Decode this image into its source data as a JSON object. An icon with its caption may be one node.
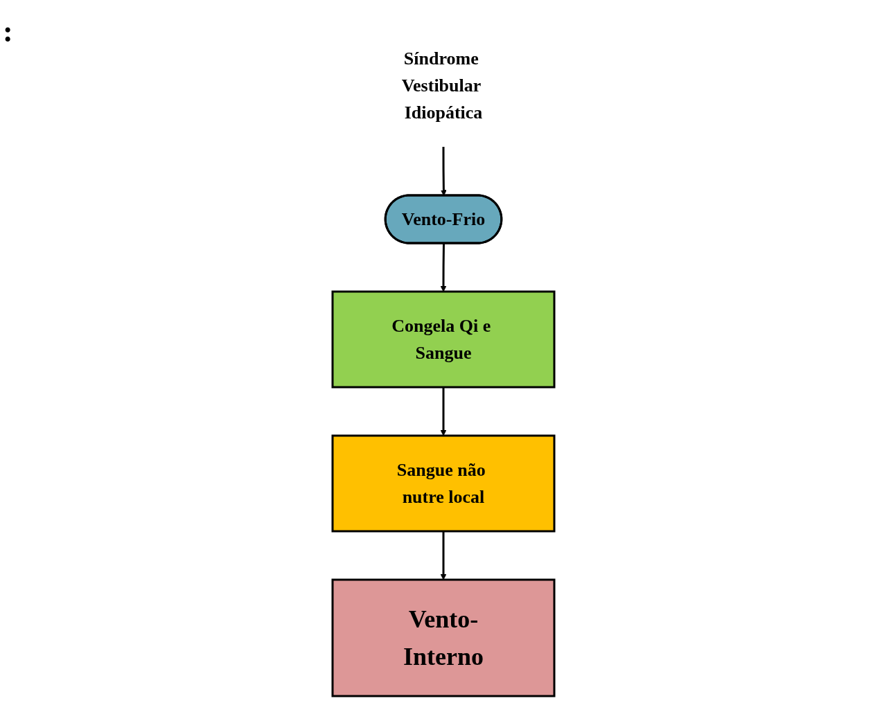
{
  "diagram": {
    "nodes": [
      {
        "text": [
          "Vento-Frio"
        ]
      },
      {
        "text": [
          "Congela Qi e Sangue"
        ]
      },
      {
        "text": [
          "Sangue não nutre local"
        ]
      },
      {
        "text": [
          "Vento-Interno"
        ]
      },
      {
        "text": [
          "Síndrome Vestibular Idiopática"
        ]
      }
    ],
    "edges": [
      {
        "from": 4,
        "to": 0,
        "arrow": "to"
      },
      {
        "from": 0,
        "to": 1,
        "arrow": "to"
      },
      {
        "from": 1,
        "to": 2,
        "arrow": "to"
      },
      {
        "from": 2,
        "to": 3,
        "arrow": "to"
      }
    ],
    "labels": [
      ":"
    ]
  }
}
